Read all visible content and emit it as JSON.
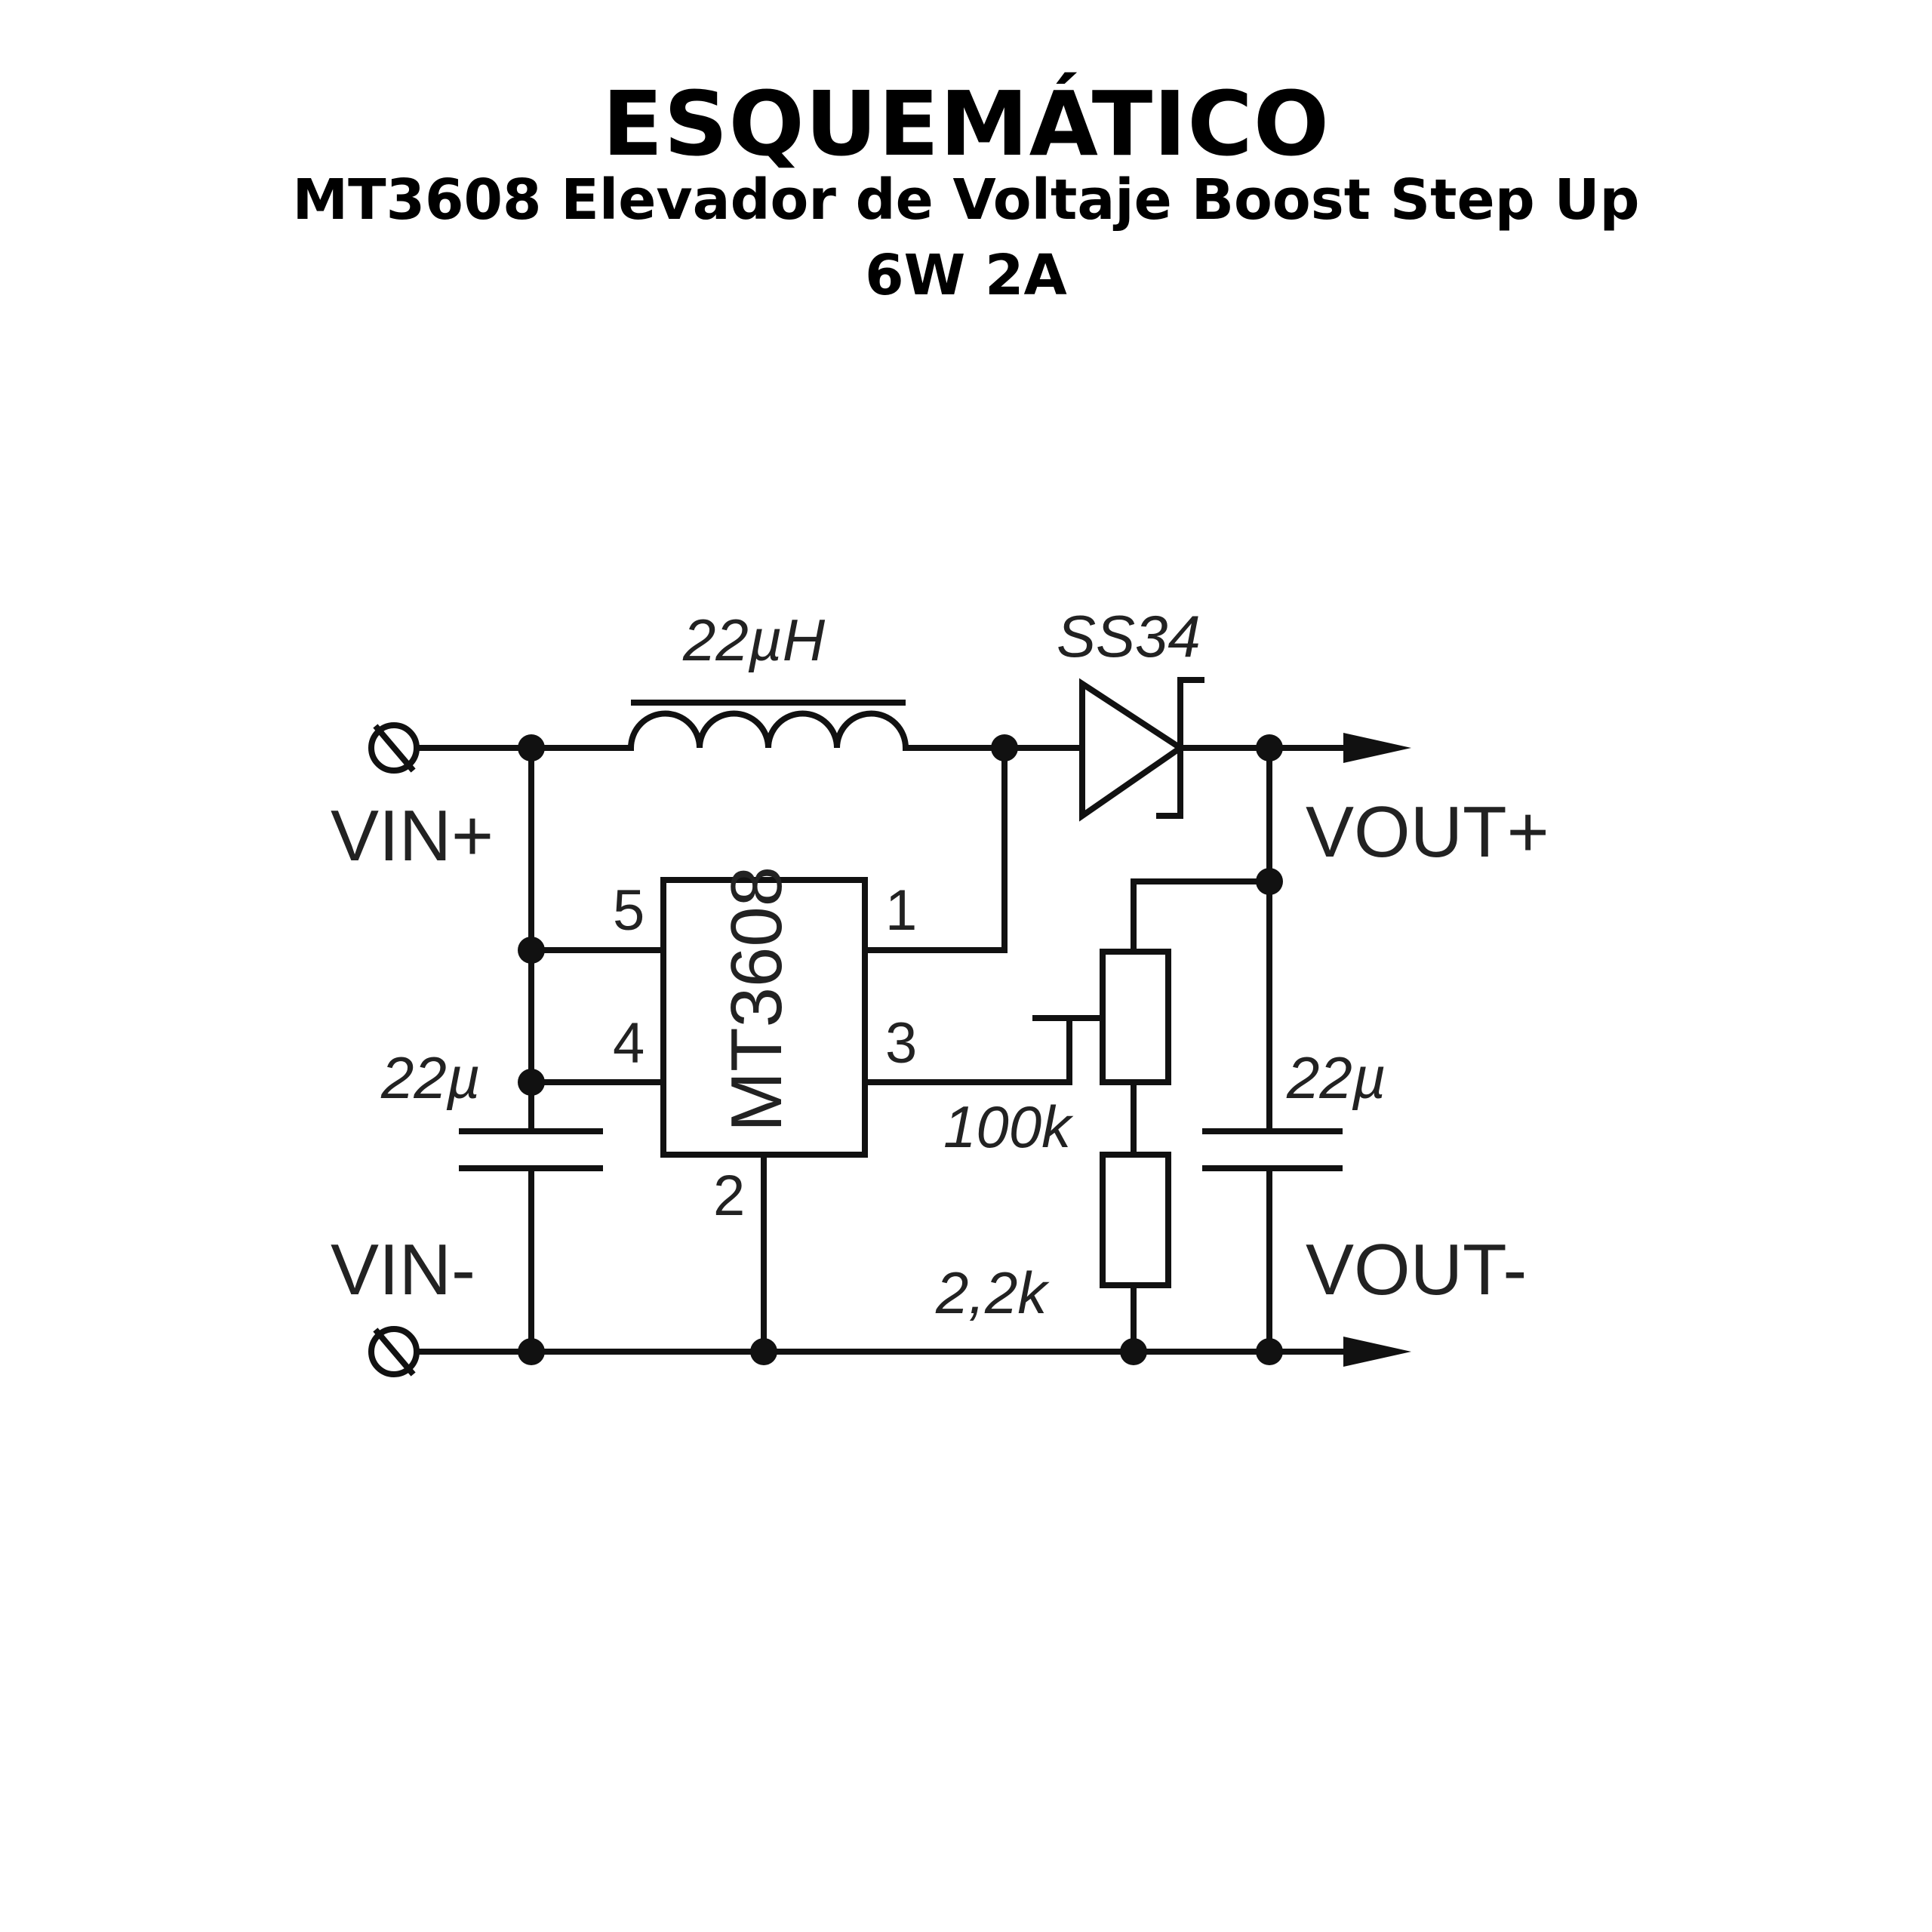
{
  "header": {
    "title": "ESQUEMÁTICO",
    "subtitle": "MT3608 Elevador de Voltaje Boost Step Up",
    "rating": "6W 2A"
  },
  "schematic": {
    "inductor": "22µH",
    "diode": "SS34",
    "ic": "MT3608",
    "pins": [
      "1",
      "2",
      "3",
      "4",
      "5"
    ],
    "input_cap": "22µ",
    "output_cap": "22µ",
    "pot": "100k",
    "resistor": "2,2k",
    "vin_pos": "VIN+",
    "vin_neg": "VIN-",
    "vout_pos": "VOUT+",
    "vout_neg": "VOUT-"
  }
}
